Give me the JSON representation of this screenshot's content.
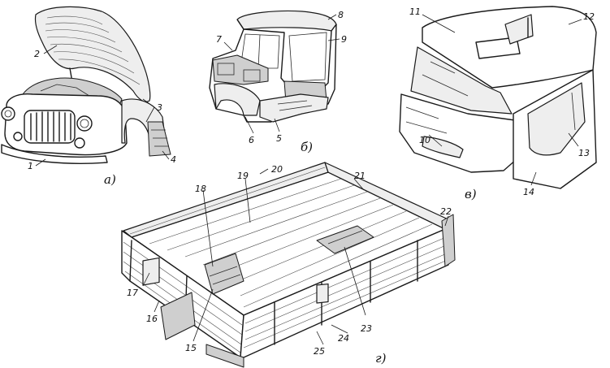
{
  "figure": {
    "panels": [
      {
        "key": "a",
        "caption": "а)"
      },
      {
        "key": "b",
        "caption": "б)"
      },
      {
        "key": "v",
        "caption": "в)"
      },
      {
        "key": "g",
        "caption": "г)"
      }
    ],
    "callouts": [
      "1",
      "2",
      "3",
      "4",
      "5",
      "6",
      "7",
      "8",
      "9",
      "10",
      "11",
      "12",
      "13",
      "14",
      "15",
      "16",
      "17",
      "18",
      "19",
      "20",
      "21",
      "22",
      "23",
      "24",
      "25"
    ]
  }
}
